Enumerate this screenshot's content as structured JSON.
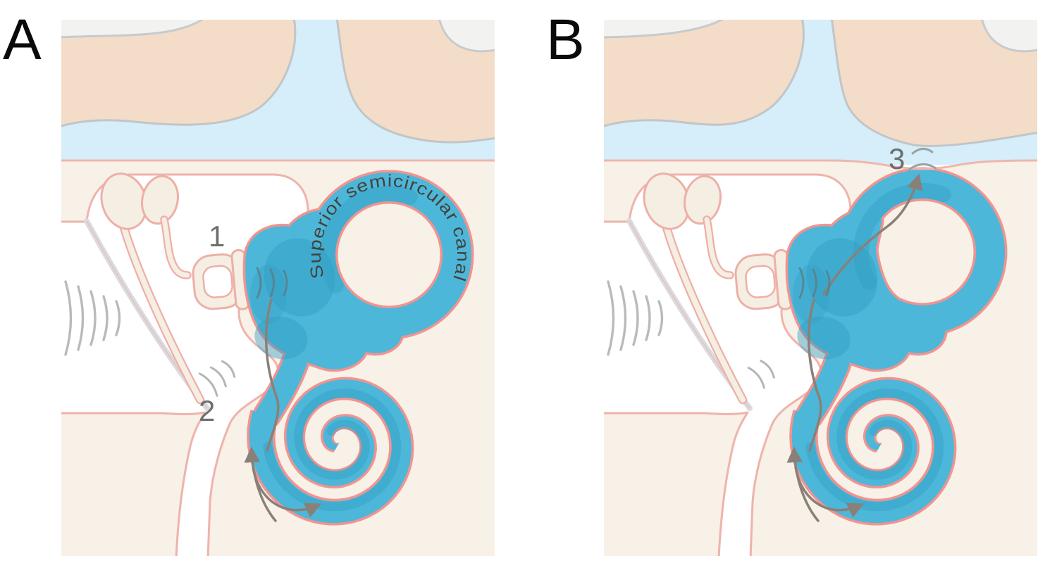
{
  "figure_labels": {
    "panel_a": "A",
    "panel_b": "B"
  },
  "annotations": {
    "canal_label": "Superior semicircular canal",
    "marker_oval_window": "1",
    "marker_round_window": "2",
    "marker_dehiscence": "3"
  },
  "colors": {
    "labyrinth_fluid": "#4db7d9",
    "labyrinth_shade": "#2d9ac0",
    "labyrinth_outline": "#f2938f",
    "bone": "#f7f1e8",
    "bone_outline": "#efb6ae",
    "brain": "#f3ddc8",
    "brain_outline": "#c2c5c7",
    "csf": "#d6edfa",
    "skull": "#f2f2f1",
    "skull_outline": "#c8cacc",
    "cavity_fill": "#ffffff",
    "cavity_outline": "#efb3ab",
    "ossicle_fill": "#f5eee3",
    "ossicle_outline": "#eeafa7",
    "eardrum": "#d9dcdf",
    "arrow": "#8a8078",
    "sound_wave": "#b9babb",
    "fluid_wave": "#5d7d86",
    "window_wave": "#b2b6b7",
    "dehiscence_wave": "#9aa3a6",
    "marker_text": "#6c6f6e",
    "canal_text": "#45423d",
    "panel_letter": "#0a0a0a"
  }
}
